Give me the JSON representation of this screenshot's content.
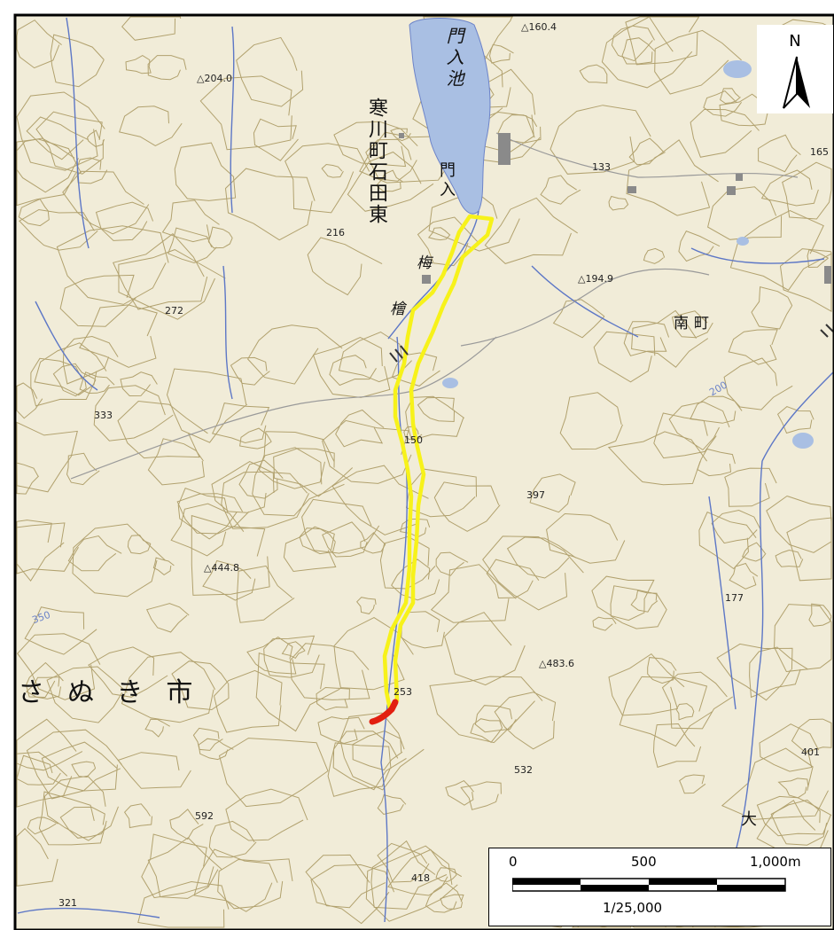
{
  "map": {
    "labels": {
      "lake": "門入池",
      "town_vertical": "寒川町石田東",
      "kadoiri": "門入",
      "minamimachi": "南町",
      "city": "さぬき市",
      "ume": "梅",
      "hinoki": "檜",
      "ooka": "大"
    },
    "elevations": {
      "e1": "△160.4",
      "e2": "△204.0",
      "e3": "133",
      "e4": "165",
      "e5": "216",
      "e6": "△194.9",
      "e7": "272",
      "e8": "333",
      "e9": "150",
      "e10": "397",
      "e11": "△444.8",
      "e12": "177",
      "e13": "△483.6",
      "e14": "401",
      "e15": "532",
      "e16": "592",
      "e17": "418",
      "e18": "321",
      "e19": "200",
      "e20": "350",
      "e21": "253"
    },
    "colors": {
      "background": "#f1ecd8",
      "contour": "#a7955c",
      "water": "#a9bfe3",
      "stream": "#5d77c6",
      "route_outline": "#f7f21a",
      "segment": "#e21f10"
    }
  },
  "north_arrow": {
    "letter": "N"
  },
  "scale_bar": {
    "tick_0": "0",
    "tick_500": "500",
    "tick_1000": "1,000m",
    "ratio": "1/25,000"
  }
}
